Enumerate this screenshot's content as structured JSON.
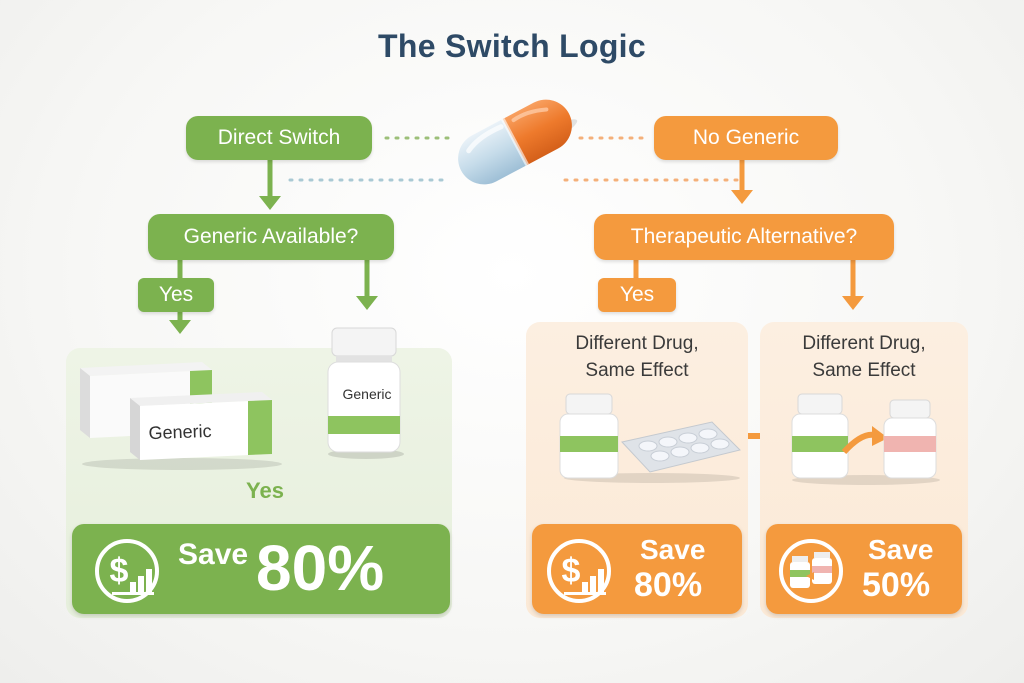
{
  "title": "The Switch Logic",
  "colors": {
    "green": "#7cb24f",
    "orange": "#f49a3e",
    "title": "#2e4a66"
  },
  "left_branch": {
    "top_label": "Direct Switch",
    "question": "Generic Available?",
    "yes_label_1": "Yes",
    "yes_label_2": "Yes",
    "box_label": "Generic",
    "bottle_label": "Generic",
    "save_word": "Save",
    "save_value": "80%",
    "save_icon": "dollar-growth-icon"
  },
  "right_branch": {
    "top_label": "No Generic",
    "question": "Therapeutic Alternative?",
    "yes_label": "Yes",
    "panel_a": {
      "heading_line1": "Different Drug,",
      "heading_line2": "Same Effect",
      "save_word": "Save",
      "save_value": "80%",
      "save_icon": "dollar-growth-icon"
    },
    "panel_b": {
      "heading_line1": "Different Drug,",
      "heading_line2": "Same Effect",
      "save_word": "Save",
      "save_value": "50%",
      "save_icon": "bottle-swap-icon"
    }
  }
}
